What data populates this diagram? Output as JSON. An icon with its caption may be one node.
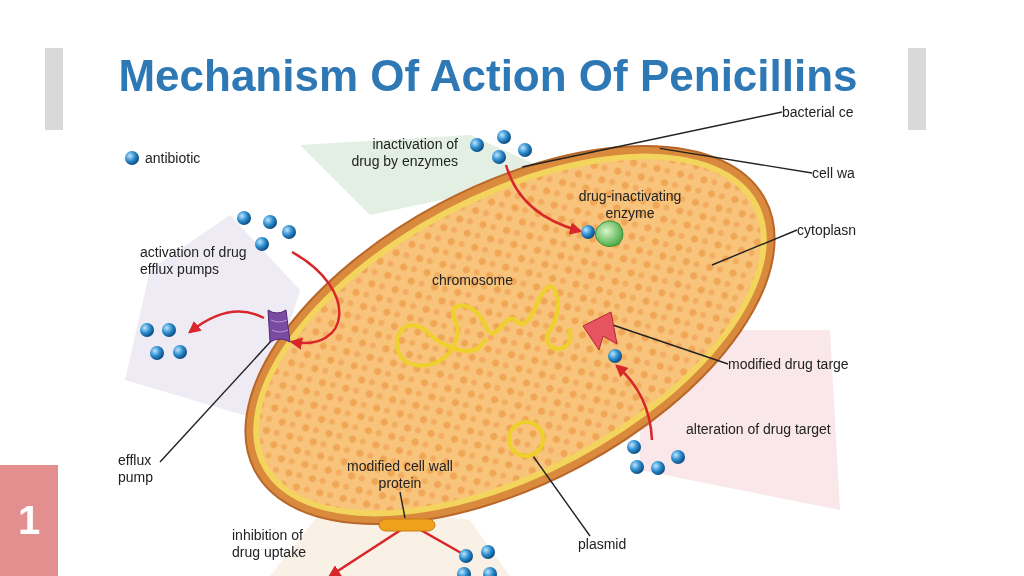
{
  "diagram": {
    "title": "Mechanism Of Action Of Penicillins",
    "nodes": [
      {
        "text": [
          "bacterial ce"
        ]
      },
      {
        "text": [
          "cell wa"
        ]
      },
      {
        "text": [
          "cytoplasn"
        ]
      },
      {
        "text": [
          "drug-inactivating enzyme"
        ],
        "in": 8
      },
      {
        "text": [
          "modified drug targe"
        ]
      },
      {
        "text": [
          "efflux pump"
        ]
      },
      {
        "text": [
          "modified cell wall protein"
        ],
        "in": 8
      },
      {
        "text": [
          "plasmid"
        ]
      },
      {
        "text": [],
        "shape": "picture"
      },
      {
        "text": [],
        "shape": "picture",
        "in": 8
      },
      {
        "text": [],
        "shape": "picture",
        "in": 8
      },
      {
        "text": [],
        "shape": "picture"
      },
      {
        "text": [],
        "shape": "bar"
      },
      {
        "text": [],
        "shape": "circle",
        "in": 8
      },
      {
        "text": [],
        "shape": "picture"
      },
      {
        "text": [],
        "shape": "picture"
      },
      {
        "text": [],
        "shape": "picture"
      },
      {
        "text": [],
        "shape": "picture"
      },
      {
        "text": [],
        "shape": "picture"
      }
    ],
    "edges": [
      {
        "from": 0,
        "to": 8,
        "arrow": "none"
      },
      {
        "from": 1,
        "to": 8,
        "arrow": "none"
      },
      {
        "from": 2,
        "to": 8,
        "arrow": "none"
      },
      {
        "from": 3,
        "to": 9,
        "arrow": "none"
      },
      {
        "from": 4,
        "to": 10,
        "arrow": "none"
      },
      {
        "from": 5,
        "to": 11,
        "arrow": "none"
      },
      {
        "from": 6,
        "to": 12,
        "arrow": "none"
      },
      {
        "from": 7,
        "to": 13,
        "arrow": "none"
      },
      {
        "from": 14,
        "to": 9,
        "arrow": "to",
        "color": "#d8262a"
      },
      {
        "from": 15,
        "to": 11,
        "arrow": "to",
        "color": "#d8262a"
      },
      {
        "from": 11,
        "to": 16,
        "arrow": "to",
        "color": "#d8262a"
      },
      {
        "from": 17,
        "to": 10,
        "arrow": "to",
        "color": "#d8262a"
      },
      {
        "from": 18,
        "to": null,
        "arrow": "to",
        "color": "#d8262a"
      }
    ],
    "labels": [
      "inactivation of drug by enzymes",
      "activation of drug efflux pumps",
      "chromosome",
      "alteration of drug target",
      "inhibition of drug uptake",
      "1"
    ],
    "legend": [
      {
        "text": "antibiotic"
      }
    ]
  }
}
